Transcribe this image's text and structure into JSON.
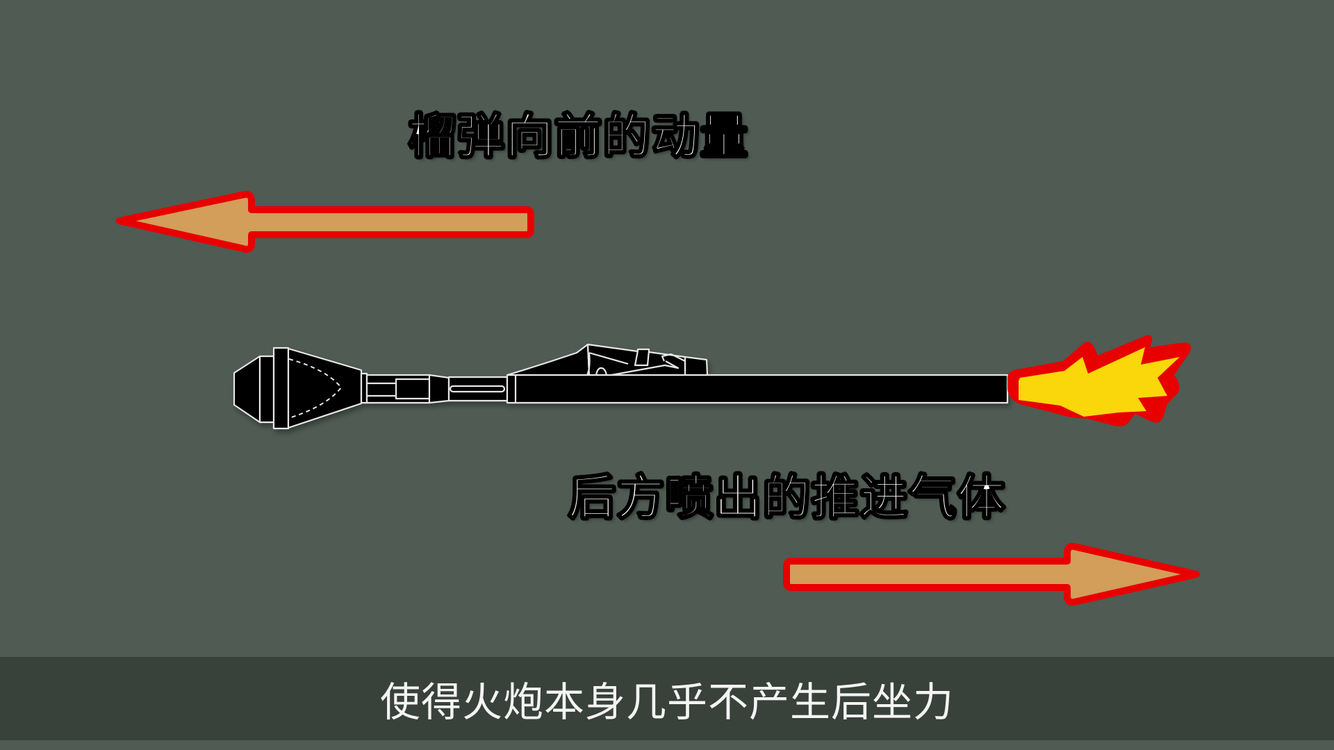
{
  "scene": {
    "background_color": "#4f5b53",
    "labels": {
      "projectile_momentum": "榴弹向前的动量",
      "propellant_gas": "后方喷出的推进气体"
    },
    "arrows": {
      "forward": {
        "direction": "left",
        "fill": "#d39d5a",
        "outline": "#e80000"
      },
      "backward": {
        "direction": "right",
        "fill": "#d39d5a",
        "outline": "#e80000"
      }
    },
    "weapon": {
      "name": "rocket-launcher-with-grenade",
      "body_color": "#000000",
      "outline_color": "#e6e6e6"
    },
    "exhaust_flame": {
      "inner_color": "#f9d70a",
      "outer_color": "#e80000"
    }
  },
  "subtitle": {
    "text": "使得火炮本身几乎不产生后坐力",
    "bar_color": "#39413b"
  }
}
